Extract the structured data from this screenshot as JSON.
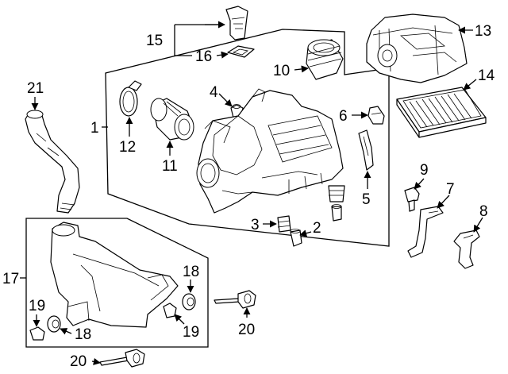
{
  "diagram": {
    "callouts": {
      "c1": "1",
      "c2": "2",
      "c3": "3",
      "c4": "4",
      "c5": "5",
      "c6": "6",
      "c7": "7",
      "c8": "8",
      "c9": "9",
      "c10": "10",
      "c11": "11",
      "c12": "12",
      "c13": "13",
      "c14": "14",
      "c15": "15",
      "c16": "16",
      "c17": "17",
      "c18a": "18",
      "c18b": "18",
      "c19a": "19",
      "c19b": "19",
      "c20a": "20",
      "c20b": "20",
      "c21": "21"
    }
  }
}
